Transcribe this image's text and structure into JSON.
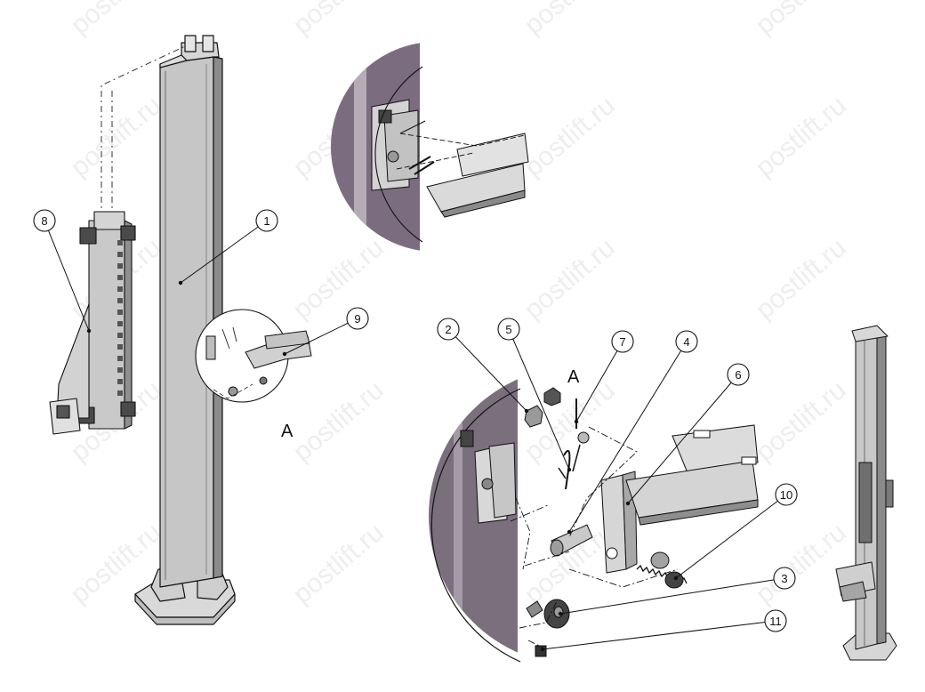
{
  "callouts": [
    {
      "num": "1"
    },
    {
      "num": "2"
    },
    {
      "num": "3"
    },
    {
      "num": "4"
    },
    {
      "num": "5"
    },
    {
      "num": "6"
    },
    {
      "num": "7"
    },
    {
      "num": "8"
    },
    {
      "num": "9"
    },
    {
      "num": "10"
    },
    {
      "num": "11"
    }
  ],
  "detail_labels": {
    "main": "A",
    "detail": "A"
  },
  "watermark": "postlift.ru",
  "colors": {
    "steel": "#c9c9c9",
    "steel_dark": "#8e8e8e",
    "panel": "#c6c4cc",
    "purple": "#7a6f7e",
    "line": "#111111",
    "watermark": "#eeeeee"
  }
}
